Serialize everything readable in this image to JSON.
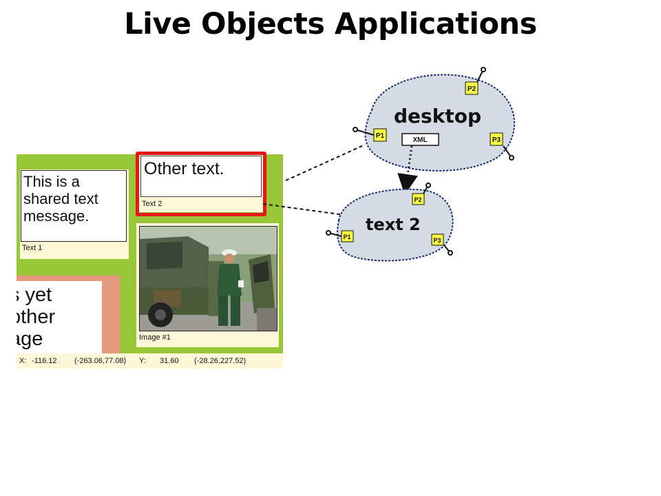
{
  "slide": {
    "title": "Live Objects Applications"
  },
  "app": {
    "text1": {
      "content": "This is a shared text message.",
      "caption": "Text 1"
    },
    "text2": {
      "content": "Other text.",
      "caption": "Text 2"
    },
    "text3": {
      "line1": "s yet",
      "line2": "other",
      "line3": "age"
    },
    "image": {
      "caption": "Image #1"
    },
    "status": {
      "x_label": "X:",
      "x_value": "-116.12",
      "x_range": "(-263.06,77.08)",
      "y_label": "Y:",
      "y_value": "31.60",
      "y_range": "(-28.26,227.52)"
    }
  },
  "diagram": {
    "desktop": {
      "label": "desktop",
      "xml": "XML",
      "ports": [
        "P1",
        "P2",
        "P3"
      ]
    },
    "text2": {
      "label": "text 2",
      "ports": [
        "P1",
        "P2",
        "P3"
      ]
    }
  },
  "colors": {
    "green": "#98c83a",
    "red": "#e81818",
    "blob": "#d4dbe2",
    "port": "#ffff44",
    "salmon": "#e59a80"
  }
}
